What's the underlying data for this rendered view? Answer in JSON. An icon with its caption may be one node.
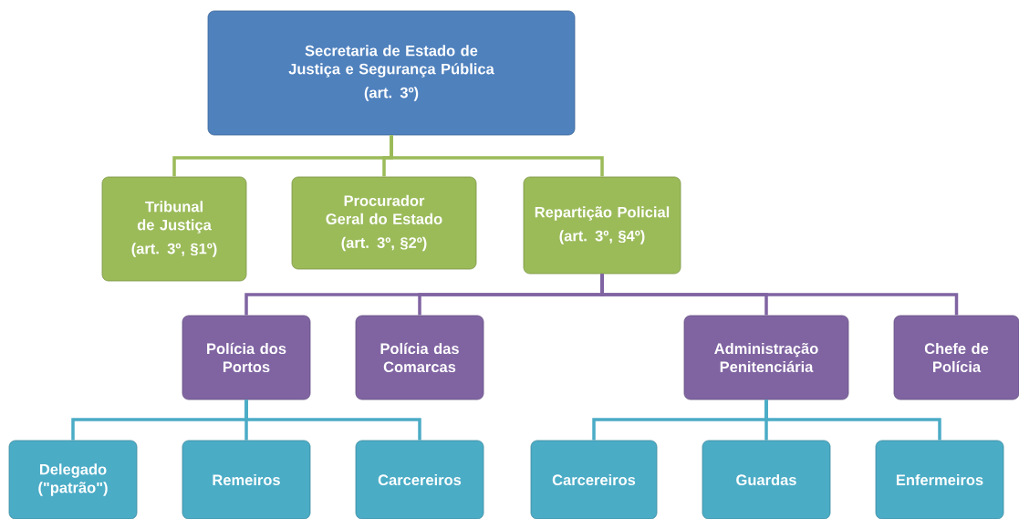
{
  "diagram": {
    "nodes": [
      {
        "text": [
          "Secretaria de Estado de Justiça e Segurança Pública",
          "(art. 3º)"
        ]
      },
      {
        "text": [
          "Tribunal de Justiça",
          "(art. 3º, §1º)"
        ]
      },
      {
        "text": [
          "Procurador Geral do Estado",
          "(art. 3º, §2º)"
        ]
      },
      {
        "text": [
          "Repartição Policial",
          "(art. 3º, §4º)"
        ]
      },
      {
        "text": [
          "Polícia dos Portos"
        ]
      },
      {
        "text": [
          "Polícia das Comarcas"
        ]
      },
      {
        "text": [
          "Administração Penitenciária"
        ]
      },
      {
        "text": [
          "Chefe de Polícia"
        ]
      },
      {
        "text": [
          "Delegado (\"patrão\")"
        ]
      },
      {
        "text": [
          "Remeiros"
        ]
      },
      {
        "text": [
          "Carcereiros"
        ]
      },
      {
        "text": [
          "Carcereiros"
        ]
      },
      {
        "text": [
          "Guardas"
        ]
      },
      {
        "text": [
          "Enfermeiros"
        ]
      }
    ],
    "edges": [
      {
        "from": 0,
        "to": 1,
        "arrow": "none",
        "color": "#9bbb59"
      },
      {
        "from": 0,
        "to": 2,
        "arrow": "none",
        "color": "#9bbb59"
      },
      {
        "from": 0,
        "to": 3,
        "arrow": "none",
        "color": "#9bbb59"
      },
      {
        "from": 3,
        "to": 4,
        "arrow": "none",
        "color": "#8064a2"
      },
      {
        "from": 3,
        "to": 5,
        "arrow": "none",
        "color": "#8064a2"
      },
      {
        "from": 3,
        "to": 6,
        "arrow": "none",
        "color": "#8064a2"
      },
      {
        "from": 3,
        "to": 7,
        "arrow": "none",
        "color": "#8064a2"
      },
      {
        "from": 4,
        "to": 8,
        "arrow": "none"
      },
      {
        "from": 4,
        "to": 9,
        "arrow": "none"
      },
      {
        "from": 4,
        "to": 10,
        "arrow": "none"
      },
      {
        "from": 6,
        "to": 11,
        "arrow": "none"
      },
      {
        "from": 6,
        "to": 12,
        "arrow": "none"
      },
      {
        "from": 6,
        "to": 13,
        "arrow": "none"
      }
    ]
  }
}
